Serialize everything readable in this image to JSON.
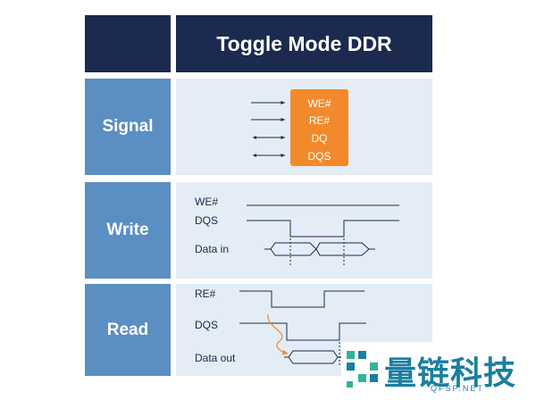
{
  "header": {
    "title": "Toggle Mode DDR"
  },
  "rows": {
    "signal": {
      "label": "Signal",
      "pins": [
        "WE#",
        "RE#",
        "DQ",
        "DQS"
      ]
    },
    "write": {
      "label": "Write",
      "signals": [
        "WE#",
        "DQS",
        "Data in"
      ]
    },
    "read": {
      "label": "Read",
      "signals": [
        "RE#",
        "DQS",
        "Data out"
      ]
    }
  },
  "watermark": {
    "text": "量链科技",
    "sub": "QFSP.NET"
  },
  "colors": {
    "header": "#1b2a4e",
    "side": "#5b8ec2",
    "panel": "#e4ecf5",
    "chip": "#f28a2b",
    "watermark": "#1a7fa0"
  }
}
